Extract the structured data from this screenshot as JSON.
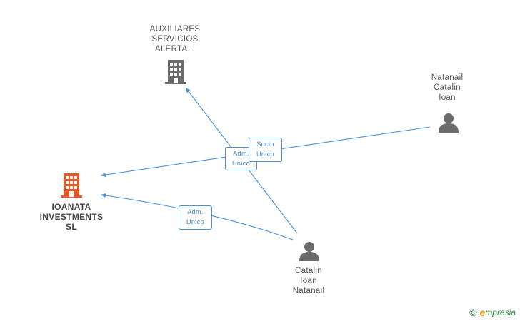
{
  "nodes": {
    "auxiliares": {
      "lines": [
        "AUXILIARES",
        "SERVICIOS",
        "ALERTA..."
      ],
      "icon": "building-icon",
      "color": "#6b6b6b"
    },
    "ioanata": {
      "lines": [
        "IOANATA",
        "INVESTMENTS",
        "SL"
      ],
      "icon": "building-icon",
      "color": "#e8572a"
    },
    "natanail": {
      "lines": [
        "Natanail",
        "Catalin",
        "Ioan"
      ],
      "icon": "person-icon",
      "color": "#6b6b6b"
    },
    "catalin": {
      "lines": [
        "Catalin",
        "Ioan",
        "Natanail"
      ],
      "icon": "person-icon",
      "color": "#6b6b6b"
    }
  },
  "edges": {
    "adm_unico_1": {
      "lines": [
        "Adm.",
        "Unico"
      ]
    },
    "socio_unico": {
      "lines": [
        "Socio",
        "Único"
      ]
    },
    "adm_unico_2": {
      "lines": [
        "Adm.",
        "Unico"
      ]
    }
  },
  "colors": {
    "edge": "#4a8fd8",
    "edge_text": "#3f7fc8"
  },
  "footer": {
    "copyright": "©",
    "brand_initial": "e",
    "brand_rest": "mpresia"
  }
}
